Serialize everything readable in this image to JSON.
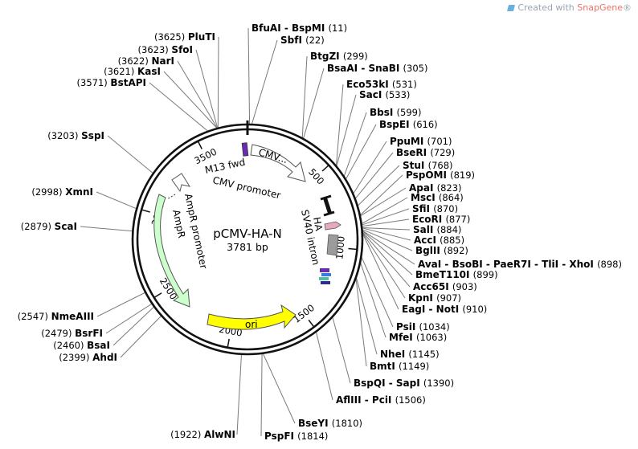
{
  "credit": {
    "prefix": "Created with ",
    "brand": "SnapGene",
    "suffix": "®"
  },
  "plasmid": {
    "name": "pCMV-HA-N",
    "size_label": "3781 bp",
    "length": 3781
  },
  "ticks": [
    {
      "pos": 500,
      "label": "500"
    },
    {
      "pos": 1000,
      "label": "1000"
    },
    {
      "pos": 1500,
      "label": "1500"
    },
    {
      "pos": 2000,
      "label": "2000"
    },
    {
      "pos": 2500,
      "label": "2500"
    },
    {
      "pos": 3000,
      "label": "3000"
    },
    {
      "pos": 3500,
      "label": "3500"
    }
  ],
  "features": {
    "m13": "M13 fwd",
    "cmv_short": "CMV...",
    "cmv_promoter": "CMV promoter",
    "ha": "HA",
    "sv40": "SV40 intron",
    "ampr_promoter": "AmpR promoter",
    "ampr": "AmpR",
    "ori": "ori"
  },
  "sites": [
    {
      "side": "left",
      "name": "PluTI",
      "pos": "(3625)",
      "site": 3625
    },
    {
      "side": "left",
      "name": "SfoI",
      "pos": "(3623)",
      "site": 3623
    },
    {
      "side": "left",
      "name": "NarI",
      "pos": "(3622)",
      "site": 3622
    },
    {
      "side": "left",
      "name": "KasI",
      "pos": "(3621)",
      "site": 3621
    },
    {
      "side": "left",
      "name": "BstAPI",
      "pos": "(3571)",
      "site": 3571
    },
    {
      "side": "left",
      "name": "SspI",
      "pos": "(3203)",
      "site": 3203
    },
    {
      "side": "left",
      "name": "XmnI",
      "pos": "(2998)",
      "site": 2998
    },
    {
      "side": "left",
      "name": "ScaI",
      "pos": "(2879)",
      "site": 2879
    },
    {
      "side": "left",
      "name": "NmeAIII",
      "pos": "(2547)",
      "site": 2547
    },
    {
      "side": "left",
      "name": "BsrFI",
      "pos": "(2479)",
      "site": 2479
    },
    {
      "side": "left",
      "name": "BsaI",
      "pos": "(2460)",
      "site": 2460
    },
    {
      "side": "left",
      "name": "AhdI",
      "pos": "(2399)",
      "site": 2399
    },
    {
      "side": "left",
      "name": "AlwNI",
      "pos": "(1922)",
      "site": 1922
    },
    {
      "side": "right",
      "name": "BfuAI - BspMI",
      "pos": "(11)",
      "site": 11
    },
    {
      "side": "right",
      "name": "SbfI",
      "pos": "(22)",
      "site": 22
    },
    {
      "side": "right",
      "name": "BtgZI",
      "pos": "(299)",
      "site": 299
    },
    {
      "side": "right",
      "name": "BsaAI - SnaBI",
      "pos": "(305)",
      "site": 305
    },
    {
      "side": "right",
      "name": "Eco53kI",
      "pos": "(531)",
      "site": 531
    },
    {
      "side": "right",
      "name": "SacI",
      "pos": "(533)",
      "site": 533
    },
    {
      "side": "right",
      "name": "BbsI",
      "pos": "(599)",
      "site": 599
    },
    {
      "side": "right",
      "name": "BspEI",
      "pos": "(616)",
      "site": 616
    },
    {
      "side": "right",
      "name": "PpuMI",
      "pos": "(701)",
      "site": 701
    },
    {
      "side": "right",
      "name": "BseRI",
      "pos": "(729)",
      "site": 729
    },
    {
      "side": "right",
      "name": "StuI",
      "pos": "(768)",
      "site": 768
    },
    {
      "side": "right",
      "name": "PspOMI",
      "pos": "(819)",
      "site": 819
    },
    {
      "side": "right",
      "name": "ApaI",
      "pos": "(823)",
      "site": 823
    },
    {
      "side": "right",
      "name": "MscI",
      "pos": "(864)",
      "site": 864
    },
    {
      "side": "right",
      "name": "SfiI",
      "pos": "(870)",
      "site": 870
    },
    {
      "side": "right",
      "name": "EcoRI",
      "pos": "(877)",
      "site": 877
    },
    {
      "side": "right",
      "name": "SalI",
      "pos": "(884)",
      "site": 884
    },
    {
      "side": "right",
      "name": "AccI",
      "pos": "(885)",
      "site": 885
    },
    {
      "side": "right",
      "name": "BglII",
      "pos": "(892)",
      "site": 892
    },
    {
      "side": "right",
      "name": "AvaI - BsoBI - PaeR7I - TliI - XhoI",
      "pos": "(898)",
      "site": 898
    },
    {
      "side": "right",
      "name": "BmeT110I",
      "pos": "(899)",
      "site": 899
    },
    {
      "side": "right",
      "name": "Acc65I",
      "pos": "(903)",
      "site": 903
    },
    {
      "side": "right",
      "name": "KpnI",
      "pos": "(907)",
      "site": 907
    },
    {
      "side": "right",
      "name": "EagI - NotI",
      "pos": "(910)",
      "site": 910
    },
    {
      "side": "right",
      "name": "PsiI",
      "pos": "(1034)",
      "site": 1034
    },
    {
      "side": "right",
      "name": "MfeI",
      "pos": "(1063)",
      "site": 1063
    },
    {
      "side": "right",
      "name": "NheI",
      "pos": "(1145)",
      "site": 1145
    },
    {
      "side": "right",
      "name": "BmtI",
      "pos": "(1149)",
      "site": 1149
    },
    {
      "side": "right",
      "name": "BspQI - SapI",
      "pos": "(1390)",
      "site": 1390
    },
    {
      "side": "right",
      "name": "AflIII - PciI",
      "pos": "(1506)",
      "site": 1506
    },
    {
      "side": "right",
      "name": "BseYI",
      "pos": "(1810)",
      "site": 1810
    },
    {
      "side": "right",
      "name": "PspFI",
      "pos": "(1814)",
      "site": 1814
    }
  ],
  "colors": {
    "ring": "#111111",
    "m13": "#6a2bb5",
    "cmv": "#ffffff",
    "ha": "#e7a9bf",
    "sv40": "#9b9b9b",
    "ampr": "#ccffcc",
    "ori": "#ffff00",
    "leader": "#7a7a7a"
  }
}
